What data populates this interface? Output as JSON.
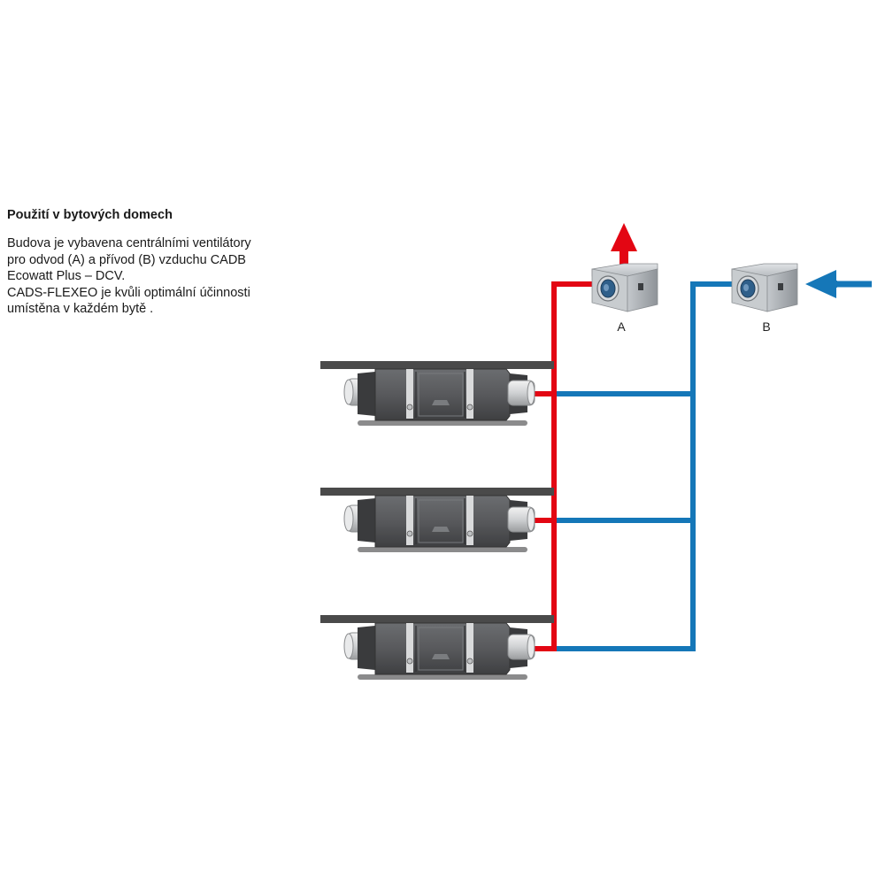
{
  "text": {
    "heading": "Použití v bytových domech",
    "lines": [
      "Budova je vybavena centrálními ventilátory",
      "pro odvod (A) a přívod (B) vzduchu CADB",
      "Ecowatt Plus – DCV.",
      "CADS-FLEXEO je kvůli optimální účinnosti",
      "umístěna v každém bytě ."
    ]
  },
  "fans": [
    {
      "id": "A",
      "label": "A",
      "role": "exhaust"
    },
    {
      "id": "B",
      "label": "B",
      "role": "supply"
    }
  ],
  "units": [
    {
      "id": "unit-1"
    },
    {
      "id": "unit-2"
    },
    {
      "id": "unit-3"
    }
  ],
  "colors": {
    "exhaust": "#e30613",
    "supply": "#1577b8",
    "ceiling": "#4a4a4a",
    "unit_body": "#5d5f62",
    "fan_body": "#9ea3a8"
  },
  "icons": {
    "exhaust_arrow": "arrow-up-icon",
    "supply_arrow": "arrow-left-icon"
  }
}
